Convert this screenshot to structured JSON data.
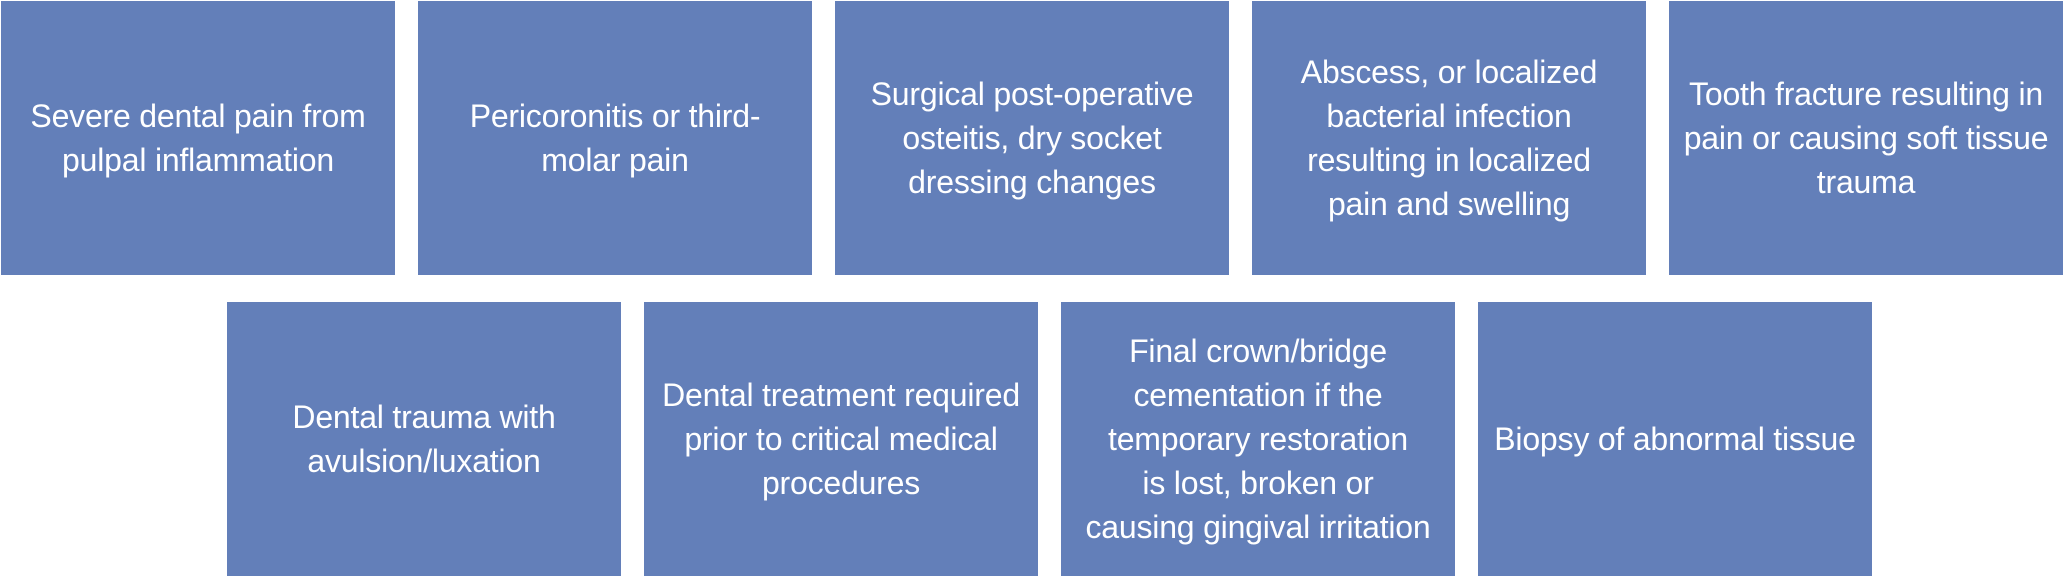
{
  "colors": {
    "tile_fill": "#637fb9",
    "tile_text": "#ffffff",
    "background": "#ffffff"
  },
  "tiles": [
    {
      "text": "Severe dental pain from\npulpal inflammation"
    },
    {
      "text": "Pericoronitis or third-\nmolar pain"
    },
    {
      "text": "Surgical post-operative\nosteitis, dry socket\ndressing changes"
    },
    {
      "text": "Abscess, or localized\nbacterial infection\nresulting in localized\npain and swelling"
    },
    {
      "text": "Tooth fracture resulting in\npain or causing soft tissue\ntrauma"
    },
    {
      "text": "Dental trauma with\navulsion/luxation"
    },
    {
      "text": "Dental treatment required\nprior to critical medical\nprocedures"
    },
    {
      "text": "Final crown/bridge\ncementation if the\ntemporary restoration\nis lost, broken or\ncausing gingival irritation"
    },
    {
      "text": "Biopsy of abnormal tissue"
    }
  ]
}
